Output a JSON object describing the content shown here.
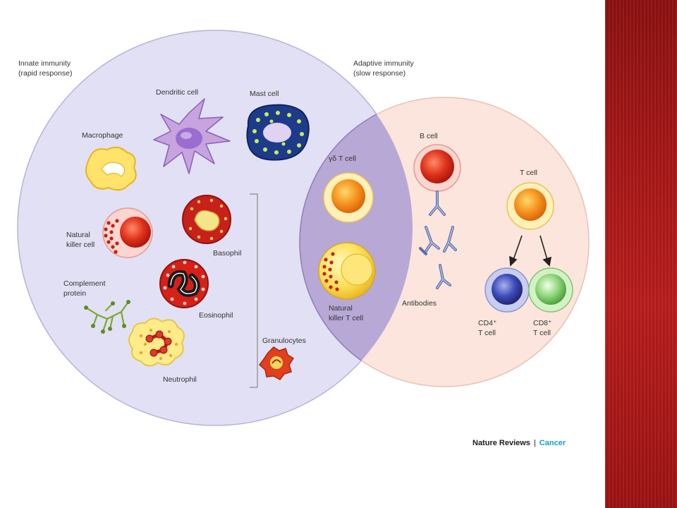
{
  "sections": {
    "innate": {
      "title": "Innate immunity",
      "subtitle": "(rapid response)"
    },
    "adaptive": {
      "title": "Adaptive immunity",
      "subtitle": "(slow response)"
    }
  },
  "cells": {
    "dendritic": "Dendritic cell",
    "mast": "Mast cell",
    "macrophage": "Macrophage",
    "nk_line1": "Natural",
    "nk_line2": "killer cell",
    "basophil": "Basophil",
    "complement_line1": "Complement",
    "complement_line2": "protein",
    "eosinophil": "Eosinophil",
    "neutrophil": "Neutrophil",
    "granulocytes": "Granulocytes",
    "gd_t_cell": "γδ T cell",
    "nkt_line1": "Natural",
    "nkt_line2": "killer T cell",
    "b_cell": "B cell",
    "antibodies": "Antibodies",
    "t_cell": "T cell",
    "cd4_line1": "CD4⁺",
    "cd4_line2": "T cell",
    "cd8_line1": "CD8⁺",
    "cd8_line2": "T cell"
  },
  "credit": {
    "journal": "Nature Reviews",
    "separator": "|",
    "section": "Cancer"
  },
  "colors": {
    "innate_circle": "#e2e0f4",
    "adaptive_circle": "#fbe5dc",
    "overlap": "#b7a8d6",
    "slide_bar": "#a51616",
    "credit_accent": "#1a9bc7"
  }
}
